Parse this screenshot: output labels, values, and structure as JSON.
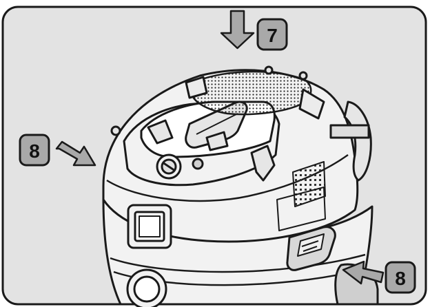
{
  "callouts": {
    "top": "7",
    "left": "8",
    "right": "8"
  },
  "colors": {
    "frame_fill": "#e3e3e3",
    "line": "#1a1a1a",
    "badge_fill": "#a9a9a9",
    "arrow_fill": "#a9a9a9",
    "body_fill": "#f2f2f2"
  }
}
